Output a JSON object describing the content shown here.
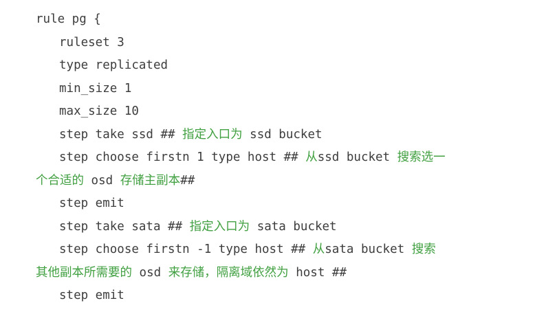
{
  "document": {
    "kind": "code-snippet",
    "language": "ceph-crush-map",
    "background_color": "#ffffff",
    "code_color": "#3d3d3d",
    "comment_color": "#41a041",
    "lines": [
      {
        "id": "line-1",
        "indent": 0,
        "segments": [
          {
            "kind": "code",
            "text": "rule pg {"
          }
        ]
      },
      {
        "id": "line-2",
        "indent": 1,
        "segments": [
          {
            "kind": "code",
            "text": "ruleset 3"
          }
        ]
      },
      {
        "id": "line-3",
        "indent": 1,
        "segments": [
          {
            "kind": "code",
            "text": "type replicated"
          }
        ]
      },
      {
        "id": "line-4",
        "indent": 1,
        "segments": [
          {
            "kind": "code",
            "text": "min_size 1"
          }
        ]
      },
      {
        "id": "line-5",
        "indent": 1,
        "segments": [
          {
            "kind": "code",
            "text": "max_size 10"
          }
        ]
      },
      {
        "id": "line-6",
        "indent": 1,
        "segments": [
          {
            "kind": "code",
            "text": "step take ssd ## "
          },
          {
            "kind": "comment-zh",
            "text": "指定入口为"
          },
          {
            "kind": "code",
            "text": " ssd bucket"
          }
        ]
      },
      {
        "id": "line-7",
        "indent": 1,
        "segments": [
          {
            "kind": "code",
            "text": "step choose firstn 1 type host ## "
          },
          {
            "kind": "comment-zh",
            "text": "从"
          },
          {
            "kind": "code",
            "text": "ssd bucket "
          },
          {
            "kind": "comment-zh",
            "text": "搜索选一"
          }
        ]
      },
      {
        "id": "line-8",
        "indent": -1,
        "wrapped": true,
        "segments": [
          {
            "kind": "comment-zh",
            "text": "个合适的"
          },
          {
            "kind": "code",
            "text": " osd "
          },
          {
            "kind": "comment-zh",
            "text": "存储主副本"
          },
          {
            "kind": "code",
            "text": "##"
          }
        ]
      },
      {
        "id": "line-9",
        "indent": 1,
        "segments": [
          {
            "kind": "code",
            "text": "step emit"
          }
        ]
      },
      {
        "id": "line-10",
        "indent": 1,
        "segments": [
          {
            "kind": "code",
            "text": "step take sata ## "
          },
          {
            "kind": "comment-zh",
            "text": "指定入口为"
          },
          {
            "kind": "code",
            "text": " sata bucket"
          }
        ]
      },
      {
        "id": "line-11",
        "indent": 1,
        "segments": [
          {
            "kind": "code",
            "text": "step choose firstn -1 type host ## "
          },
          {
            "kind": "comment-zh",
            "text": "从"
          },
          {
            "kind": "code",
            "text": "sata bucket "
          },
          {
            "kind": "comment-zh",
            "text": "搜索"
          }
        ]
      },
      {
        "id": "line-12",
        "indent": -1,
        "wrapped": true,
        "segments": [
          {
            "kind": "comment-zh",
            "text": "其他副本所需要的"
          },
          {
            "kind": "code",
            "text": " osd "
          },
          {
            "kind": "comment-zh",
            "text": "来存储，隔离域依然为"
          },
          {
            "kind": "code",
            "text": " host ##"
          }
        ]
      },
      {
        "id": "line-13",
        "indent": 1,
        "segments": [
          {
            "kind": "code",
            "text": "step emit"
          }
        ]
      }
    ],
    "plain_text": "rule pg {\n   ruleset 3\n   type replicated\n   min_size 1\n   max_size 10\n   step take ssd ## 指定入口为 ssd bucket\n   step choose firstn 1 type host ## 从ssd bucket 搜索选一个合适的 osd 存储主副本##\n   step emit\n   step take sata ## 指定入口为 sata bucket\n   step choose firstn -1 type host ## 从sata bucket 搜索其他副本所需要的 osd 来存储，隔离域依然为 host ##\n   step emit"
  }
}
